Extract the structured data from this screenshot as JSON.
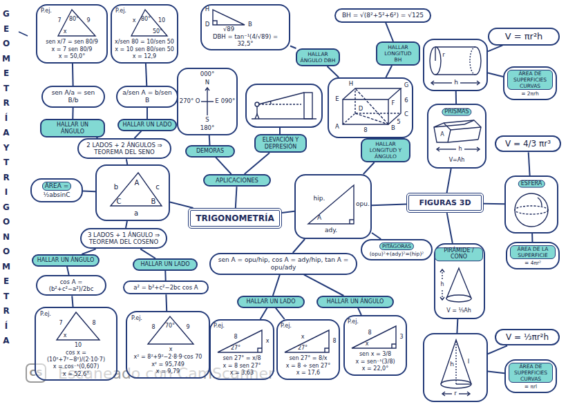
{
  "diagram": {
    "nodes": [
      {
        "text": [
          "P.ej.",
          "7",
          "80°",
          "9",
          "x",
          "sen x/7 = sen 80/9",
          "x = 7 sen 80/9",
          "x = 50,0°"
        ]
      },
      {
        "text": [
          "P.ej.",
          "x",
          "80°",
          "50°",
          "10",
          "x/sen 80 = 10/sen 50",
          "x = 10 sen 80/sen 50",
          "x = 12,9"
        ]
      },
      {
        "text": [
          "sen A/a = sen B/b"
        ]
      },
      {
        "text": [
          "a/sen A = b/sen B"
        ]
      },
      {
        "text": [
          "HALLAR UN ÁNGULO"
        ]
      },
      {
        "text": [
          "HALLAR UN LADO"
        ]
      },
      {
        "text": [
          "2 LADOS + 2 ÁNGULOS ⇒ TEOREMA DEL SENO"
        ]
      },
      {
        "text": [
          "ÁREA =",
          "½absinC"
        ]
      },
      {
        "text": [
          "b",
          "A",
          "c",
          "C",
          "B",
          "a"
        ]
      },
      {
        "text": [
          "3 LADOS + 1 ÁNGULO ⇒ TEOREMA DEL COSENO"
        ]
      },
      {
        "text": [
          "HALLAR UN ÁNGULO"
        ]
      },
      {
        "text": [
          "HALLAR UN LADO"
        ]
      },
      {
        "text": [
          "cos A = (b²+c²−a²)/2bc"
        ]
      },
      {
        "text": [
          "a² = b²+c²−2bc cos A"
        ]
      },
      {
        "text": [
          "P.ej.",
          "7",
          "8",
          "x",
          "10",
          "cos x = (10²+7²−8²)/(2·10·7)",
          "x = cos⁻¹(0,607)",
          "x = 52,6°"
        ]
      },
      {
        "text": [
          "P.ej.",
          "8",
          "70°",
          "9",
          "x",
          "x² = 8²+9²−2·8·9·cos 70",
          "x² = 95,749",
          "x = 9,79"
        ]
      },
      {
        "text": [
          "TRIGONOMETRÍA"
        ]
      },
      {
        "text": [
          "APLICACIONES"
        ]
      },
      {
        "text": [
          "DEMORAS"
        ]
      },
      {
        "text": [
          "000°",
          "N",
          "270°",
          "O",
          "E",
          "090°",
          "S",
          "180°"
        ]
      },
      {
        "text": [
          "ELEVACIÓN Y DEPRESIÓN"
        ]
      },
      {
        "text": [
          "H",
          "D",
          "B",
          "√89",
          "DBH = tan⁻¹(4/√89) = 32,5°"
        ]
      },
      {
        "text": [
          "HALLAR ÁNGULO DBH"
        ]
      },
      {
        "text": [
          "BH = √(8²+5²+6²) = √125"
        ]
      },
      {
        "text": [
          "HALLAR LONGITUD BH"
        ]
      },
      {
        "text": [
          "H",
          "G",
          "E",
          "F",
          "D",
          "C",
          "A",
          "B",
          "8",
          "5",
          "6"
        ]
      },
      {
        "text": [
          "HALLAR LONGITUD Y ÁNGULO"
        ]
      },
      {
        "text": [
          "hip.",
          "opu.",
          "A",
          "ady."
        ]
      },
      {
        "text": [
          "PITÁGORAS",
          "(opu)²+(ady)²=(hip)²"
        ]
      },
      {
        "text": [
          "sen A = opu/hip, cos A = ady/hip, tan A = opu/ady"
        ]
      },
      {
        "text": [
          "HALLAR UN LADO"
        ]
      },
      {
        "text": [
          "HALLAR UN ÁNGULO"
        ]
      },
      {
        "text": [
          "P.ej.",
          "8",
          "27°",
          "x",
          "sen 27° = x/8",
          "x = 8 sen 27°",
          "x = 3,63"
        ]
      },
      {
        "text": [
          "P.ej.",
          "8",
          "27°",
          "x",
          "sen 27° = 8/x",
          "x = 8 ÷ sen 27°",
          "x = 17,6"
        ]
      },
      {
        "text": [
          "P.ej.",
          "8",
          "x",
          "3",
          "sen x = 3/8",
          "x = sen⁻¹(3/8)",
          "x = 22,0°"
        ]
      },
      {
        "text": [
          "FIGURAS 3D"
        ]
      },
      {
        "text": [
          "V = πr²h"
        ]
      },
      {
        "text": [
          "r",
          "h"
        ]
      },
      {
        "text": [
          "ÁREA DE SUPERFICIES CURVAS",
          "= 2πrh"
        ]
      },
      {
        "text": [
          "PRISMAS",
          "A",
          "h",
          "V=Ah"
        ]
      },
      {
        "text": [
          "V = 4/3 πr³"
        ]
      },
      {
        "text": [
          "ESFERA"
        ]
      },
      {
        "text": [
          "ÁREA DE LA SUPERFICIE",
          "= 4πr²"
        ]
      },
      {
        "text": [
          "PIRÁMIDE / CONO",
          "h",
          "V = ⅓Ah"
        ]
      },
      {
        "text": [
          "V = ⅓πr²h"
        ]
      },
      {
        "text": [
          "h",
          "l",
          "r"
        ]
      },
      {
        "text": [
          "ÁREA DE SUPERFICIES CURVAS",
          "= πrl"
        ]
      }
    ],
    "edges": [
      {
        "from": 16,
        "to": 8,
        "arrow": "none"
      },
      {
        "from": 8,
        "to": 7,
        "arrow": "none"
      },
      {
        "from": 8,
        "to": 6,
        "arrow": "none"
      },
      {
        "from": 6,
        "to": 4,
        "arrow": "none"
      },
      {
        "from": 6,
        "to": 5,
        "arrow": "none"
      },
      {
        "from": 4,
        "to": 2,
        "arrow": "none"
      },
      {
        "from": 5,
        "to": 3,
        "arrow": "none"
      },
      {
        "from": 2,
        "to": 0,
        "arrow": "none"
      },
      {
        "from": 3,
        "to": 1,
        "arrow": "none"
      },
      {
        "from": 8,
        "to": 9,
        "arrow": "none"
      },
      {
        "from": 9,
        "to": 10,
        "arrow": "none"
      },
      {
        "from": 9,
        "to": 11,
        "arrow": "none"
      },
      {
        "from": 10,
        "to": 12,
        "arrow": "none"
      },
      {
        "from": 11,
        "to": 13,
        "arrow": "none"
      },
      {
        "from": 12,
        "to": 14,
        "arrow": "none"
      },
      {
        "from": 13,
        "to": 15,
        "arrow": "none"
      },
      {
        "from": 16,
        "to": 17,
        "arrow": "none"
      },
      {
        "from": 17,
        "to": 18,
        "arrow": "none"
      },
      {
        "from": 17,
        "to": 20,
        "arrow": "none"
      },
      {
        "from": 18,
        "to": 19,
        "arrow": "none"
      },
      {
        "from": 16,
        "to": 27,
        "arrow": "none"
      },
      {
        "from": 27,
        "to": 26,
        "arrow": "none"
      },
      {
        "from": 26,
        "to": 25,
        "arrow": "none"
      },
      {
        "from": 25,
        "to": 24,
        "arrow": "none"
      },
      {
        "from": 24,
        "to": 23,
        "arrow": "none"
      },
      {
        "from": 25,
        "to": 22,
        "arrow": "none"
      },
      {
        "from": 22,
        "to": 21,
        "arrow": "none"
      },
      {
        "from": 27,
        "to": 28,
        "arrow": "none"
      },
      {
        "from": 27,
        "to": 29,
        "arrow": "none"
      },
      {
        "from": 29,
        "to": 30,
        "arrow": "none"
      },
      {
        "from": 29,
        "to": 31,
        "arrow": "none"
      },
      {
        "from": 30,
        "to": 32,
        "arrow": "none"
      },
      {
        "from": 30,
        "to": 33,
        "arrow": "none"
      },
      {
        "from": 31,
        "to": 34,
        "arrow": "none"
      },
      {
        "from": 27,
        "to": 35,
        "arrow": "none"
      },
      {
        "from": 35,
        "to": 39,
        "arrow": "none"
      },
      {
        "from": 39,
        "to": 37,
        "arrow": "none"
      },
      {
        "from": 37,
        "to": 36,
        "arrow": "none"
      },
      {
        "from": 37,
        "to": 38,
        "arrow": "none"
      },
      {
        "from": 35,
        "to": 41,
        "arrow": "none"
      },
      {
        "from": 41,
        "to": 40,
        "arrow": "none"
      },
      {
        "from": 41,
        "to": 42,
        "arrow": "none"
      },
      {
        "from": 35,
        "to": 43,
        "arrow": "none"
      },
      {
        "from": 43,
        "to": 45,
        "arrow": "none"
      },
      {
        "from": 45,
        "to": 44,
        "arrow": "none"
      },
      {
        "from": 45,
        "to": 46,
        "arrow": "none"
      }
    ],
    "labels": [
      "GEOMETRÍA Y TRIGONOMETRÍA",
      "CS",
      "Escaneado con CamScanner"
    ]
  }
}
